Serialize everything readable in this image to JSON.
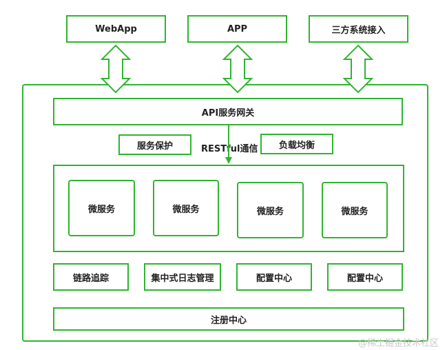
{
  "clients": [
    "WebApp",
    "APP",
    "三方系统接入"
  ],
  "gateway": "API服务网关",
  "service_protection": "服务保护",
  "rest_label": "RESTful通信",
  "load_balancing": "负载均衡",
  "microservices": [
    "微服务",
    "微服务",
    "微服务",
    "微服务"
  ],
  "infra": [
    "链路追踪",
    "集中式日志管理",
    "配置中心",
    "配置中心"
  ],
  "registry": "注册中心",
  "watermark": "@稀土掘金技术社区",
  "colors": {
    "border": "#2fb42f",
    "text": "#222222"
  }
}
